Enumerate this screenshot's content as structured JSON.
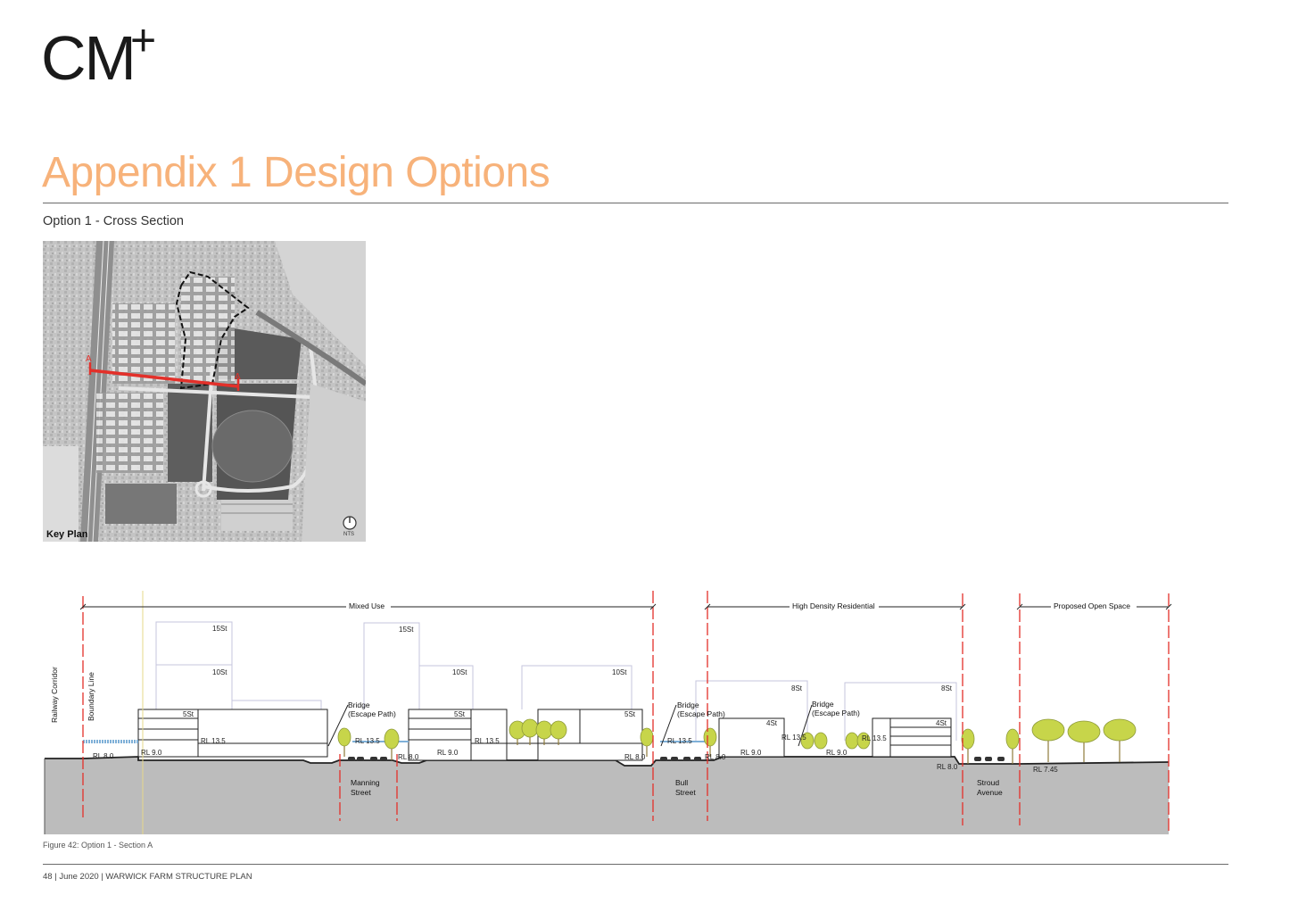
{
  "logo": {
    "text": "CM",
    "plus": "+"
  },
  "page_title": "Appendix 1  Design Options",
  "subtitle": "Option 1 - Cross Section",
  "key_plan": {
    "label": "Key Plan",
    "marker_start": "A",
    "marker_end": "A",
    "north_label": "NTS"
  },
  "section": {
    "zones": {
      "mixed_use": "Mixed Use",
      "high_density": "High Density Residential",
      "open_space": "Proposed Open Space"
    },
    "side_labels": {
      "railway": "Railway Corridor",
      "boundary": "Boundary Line"
    },
    "storeys": {
      "s15a": "15St",
      "s10a": "10St",
      "s5a": "5St",
      "s15b": "15St",
      "s10b": "10St",
      "s5b": "5St",
      "s10c": "10St",
      "s5c": "5St",
      "s8a": "8St",
      "s4a": "4St",
      "s8b": "8St",
      "s4b": "4St"
    },
    "bridge1": [
      "Bridge",
      "(Escape Path)"
    ],
    "bridge2": [
      "Bridge",
      "(Escape Path)"
    ],
    "bridge3": [
      "Bridge",
      "(Escape Path)"
    ],
    "levels": {
      "rl80a": "RL 8.0",
      "rl90a": "RL 9.0",
      "rl135a": "RL 13.5",
      "rl135b": "RL 13.5",
      "rl80b": "RL 8.0",
      "rl90b": "RL 9.0",
      "rl135c": "RL 13.5",
      "rl80c": "RL 8.0",
      "rl135d": "RL 13.5",
      "rl80d": "RL 8.0",
      "rl90c": "RL 9.0",
      "rl135e": "RL 13.5",
      "rl90d": "RL 9.0",
      "rl135f": "RL 13.5",
      "rl80e": "RL 8.0",
      "rl745": "RL 7.45"
    },
    "streets": {
      "manning": [
        "Manning",
        "Street"
      ],
      "bull": [
        "Bull",
        "Street"
      ],
      "stroud": [
        "Stroud",
        "Avenue"
      ]
    }
  },
  "figure_caption": "Figure 42: Option 1 - Section A",
  "footer": "48  |  June 2020  |  WARWICK FARM STRUCTURE PLAN",
  "colors": {
    "title": "#f7b27a",
    "ground": "#bcbcbc",
    "marker": "#e3302a",
    "tree_light": "#c7d54a",
    "tree_dark": "#8e9a3a"
  }
}
